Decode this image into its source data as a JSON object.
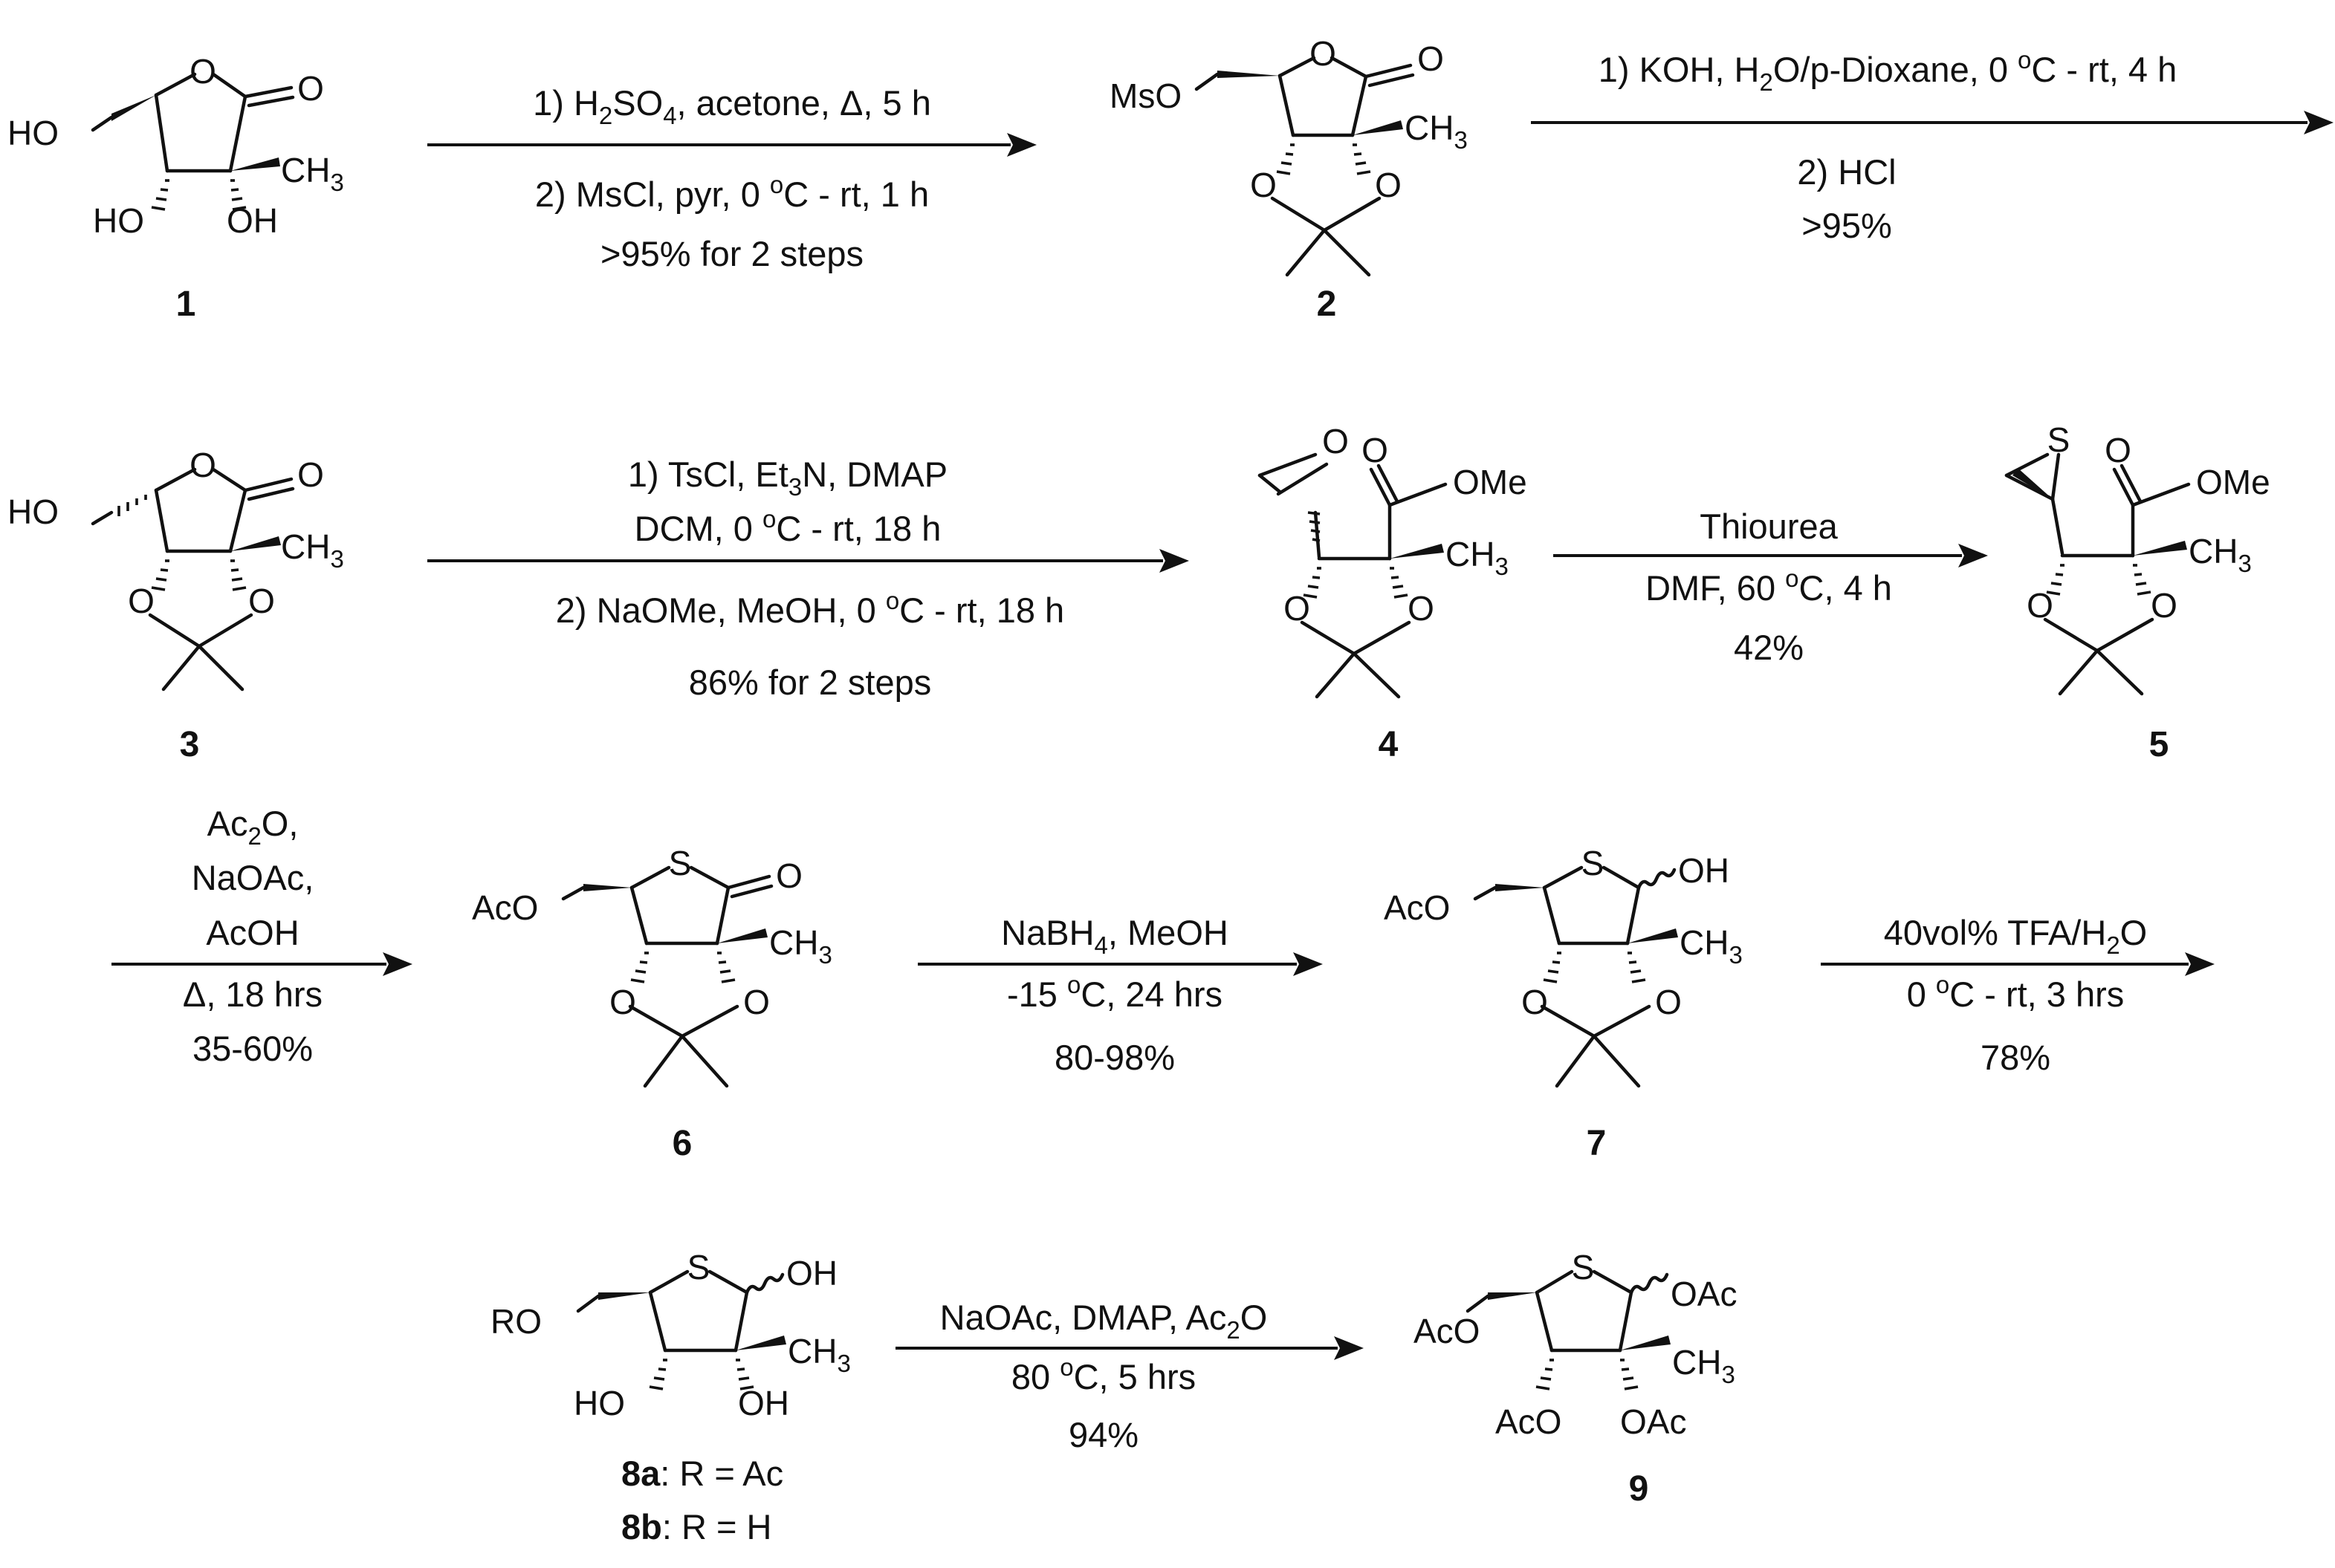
{
  "compounds": [
    {
      "id": "1",
      "labels": {
        "o_ring": "O",
        "o_carbonyl": "O",
        "ho_top": "HO",
        "ch3": "CH3",
        "ho_left": "HO",
        "oh_right": "OH"
      }
    },
    {
      "id": "2",
      "labels": {
        "o_ring": "O",
        "o_carbonyl": "O",
        "mso": "MsO",
        "ch3": "CH3",
        "o_left": "O",
        "o_right": "O"
      }
    },
    {
      "id": "3",
      "labels": {
        "o_ring": "O",
        "o_carbonyl": "O",
        "ho_top": "HO",
        "ch3": "CH3",
        "o_left": "O",
        "o_right": "O"
      }
    },
    {
      "id": "4",
      "labels": {
        "o_epoxide": "O",
        "o_carbonyl": "O",
        "ome": "OMe",
        "ch3": "CH3",
        "o_left": "O",
        "o_right": "O"
      }
    },
    {
      "id": "5",
      "labels": {
        "s_thiirane": "S",
        "o_carbonyl": "O",
        "ome": "OMe",
        "ch3": "CH3",
        "o_left": "O",
        "o_right": "O"
      }
    },
    {
      "id": "6",
      "labels": {
        "s_ring": "S",
        "o_carbonyl": "O",
        "aco": "AcO",
        "ch3": "CH3",
        "o_left": "O",
        "o_right": "O"
      }
    },
    {
      "id": "7",
      "labels": {
        "s_ring": "S",
        "oh": "OH",
        "aco": "AcO",
        "ch3": "CH3",
        "o_left": "O",
        "o_right": "O"
      }
    },
    {
      "id": "8",
      "labels": {
        "s_ring": "S",
        "oh": "OH",
        "ro": "RO",
        "ch3": "CH3",
        "ho_left": "HO",
        "oh_right": "OH"
      }
    },
    {
      "id": "9",
      "labels": {
        "s_ring": "S",
        "oac_anomeric": "OAc",
        "aco": "AcO",
        "ch3": "CH3",
        "aco_left": "AcO",
        "oac_right": "OAc"
      }
    }
  ],
  "compound_numbers": {
    "c1": "1",
    "c2": "2",
    "c3": "3",
    "c4": "4",
    "c5": "5",
    "c6": "6",
    "c7": "7",
    "c8a": "8a",
    "c8a_text": ": R = Ac",
    "c8b": "8b",
    "c8b_text": ": R = H",
    "c9": "9"
  },
  "reactions": [
    {
      "from": "1",
      "to": "2",
      "conditions": [
        "1) H2SO4, acetone, Δ, 5 h",
        "2) MsCl, pyr, 0 oC - rt, 1 h",
        ">95% for 2 steps"
      ]
    },
    {
      "from": "2",
      "to": "3",
      "conditions": [
        "1) KOH, H2O/p-Dioxane, 0 oC - rt, 4 h",
        "2) HCl",
        ">95%"
      ]
    },
    {
      "from": "3",
      "to": "4",
      "conditions": [
        "1) TsCl, Et3N, DMAP",
        "DCM, 0 oC - rt, 18 h",
        "2) NaOMe, MeOH, 0 oC - rt, 18 h",
        "86% for 2 steps"
      ]
    },
    {
      "from": "4",
      "to": "5",
      "conditions": [
        "Thiourea",
        "DMF, 60 oC, 4 h",
        "42%"
      ]
    },
    {
      "from": "5",
      "to": "6",
      "conditions": [
        "Ac2O,",
        "NaOAc,",
        "AcOH",
        "Δ, 18 hrs",
        "35-60%"
      ]
    },
    {
      "from": "6",
      "to": "7",
      "conditions": [
        "NaBH4, MeOH",
        "-15 oC, 24 hrs",
        "80-98%"
      ]
    },
    {
      "from": "7",
      "to": "8",
      "conditions": [
        "40vol% TFA/H2O",
        "0 oC - rt, 3 hrs",
        "78%"
      ]
    },
    {
      "from": "8",
      "to": "9",
      "conditions": [
        "NaOAc, DMAP, Ac2O",
        "80 oC, 5 hrs",
        "94%"
      ]
    }
  ]
}
